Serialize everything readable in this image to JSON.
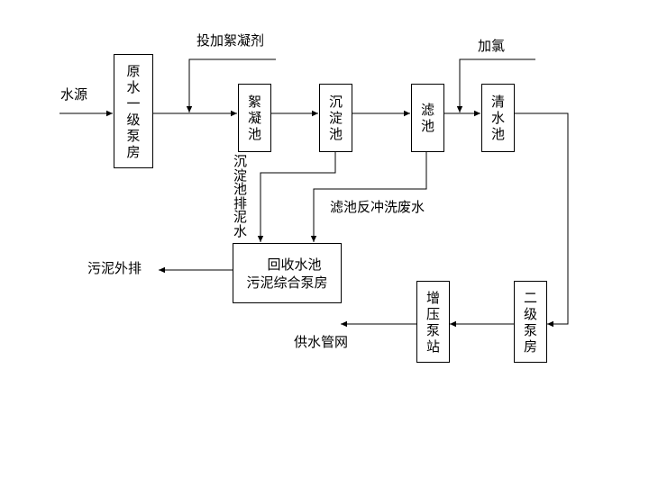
{
  "diagram": {
    "title": "Water treatment process flow",
    "nodes": {
      "raw_pump": "原水一级泵房",
      "flocculation": "絮凝池",
      "sedimentation": "沉淀池",
      "filter": "滤池",
      "clear_water": "清水池",
      "recycle_line1": "回收水池",
      "recycle_line2": "污泥综合泵房",
      "booster": "增压泵站",
      "secondary_pump": "二级泵房"
    },
    "labels": {
      "water_source": "水源",
      "add_coagulant": "投加絮凝剂",
      "add_chlorine": "加氯",
      "sed_sludge": "沉淀池排泥水",
      "backwash": "滤池反冲洗废水",
      "sludge_out": "污泥外排",
      "supply_network": "供水管网"
    },
    "edges": [
      {
        "from": "水源",
        "to": "原水一级泵房"
      },
      {
        "from": "原水一级泵房",
        "to": "絮凝池"
      },
      {
        "from": "投加絮凝剂",
        "to": "原水一级泵房→絮凝池"
      },
      {
        "from": "絮凝池",
        "to": "沉淀池"
      },
      {
        "from": "沉淀池",
        "to": "滤池"
      },
      {
        "from": "滤池",
        "to": "清水池"
      },
      {
        "from": "加氯",
        "to": "滤池→清水池"
      },
      {
        "from": "清水池",
        "to": "二级泵房"
      },
      {
        "from": "二级泵房",
        "to": "增压泵站"
      },
      {
        "from": "增压泵站",
        "to": "供水管网"
      },
      {
        "from": "沉淀池",
        "to": "回收水池污泥综合泵房",
        "label": "沉淀池排泥水"
      },
      {
        "from": "滤池",
        "to": "回收水池污泥综合泵房",
        "label": "滤池反冲洗废水"
      },
      {
        "from": "回收水池污泥综合泵房",
        "to": "污泥外排"
      }
    ]
  }
}
